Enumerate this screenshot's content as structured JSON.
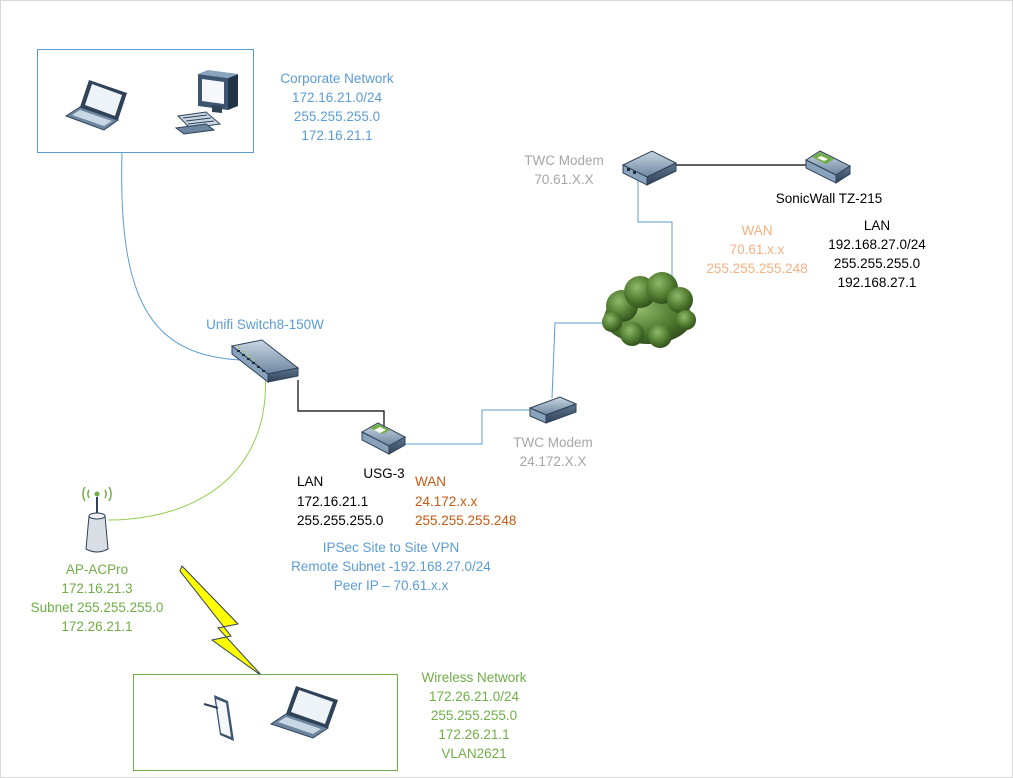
{
  "corporate": {
    "title": "Corporate Network",
    "subnet": "172.16.21.0/24",
    "mask": "255.255.255.0",
    "gateway": "172.16.21.1"
  },
  "switch": {
    "label": "Unifi Switch8-150W"
  },
  "usg": {
    "label": "USG-3",
    "lan_title": "LAN",
    "lan_ip": "172.16.21.1",
    "lan_mask": "255.255.255.0",
    "wan_title": "WAN",
    "wan_ip": "24.172.x.x",
    "wan_mask": "255.255.255.248"
  },
  "vpn": {
    "title": "IPSec Site to Site VPN",
    "remote_subnet": "Remote Subnet -192.168.27.0/24",
    "peer_ip": "Peer IP – 70.61.x.x"
  },
  "modem_local": {
    "name": "TWC Modem",
    "ip": "24.172.X.X"
  },
  "modem_remote": {
    "name": "TWC Modem",
    "ip": "70.61.X.X"
  },
  "sonicwall": {
    "label": "SonicWall TZ-215",
    "wan_title": "WAN",
    "wan_ip": "70.61.x.x",
    "wan_mask": "255.255.255.248",
    "lan_title": "LAN",
    "lan_subnet": "192.168.27.0/24",
    "lan_mask": "255.255.255.0",
    "lan_gateway": "192.168.27.1"
  },
  "ap": {
    "name": "AP-ACPro",
    "ip": "172.16.21.3",
    "subnet": "Subnet 255.255.255.0",
    "gateway": "172.26.21.1"
  },
  "wireless": {
    "title": "Wireless Network",
    "subnet": "172.26.21.0/24",
    "mask": "255.255.255.0",
    "gateway": "172.26.21.1",
    "vlan": "VLAN2621"
  },
  "colors": {
    "blue": "#5b9bd5",
    "gray": "#a6a6a6",
    "orange": "#f4b183",
    "dark_orange": "#c55a11",
    "green": "#70ad47",
    "black": "#000000"
  }
}
